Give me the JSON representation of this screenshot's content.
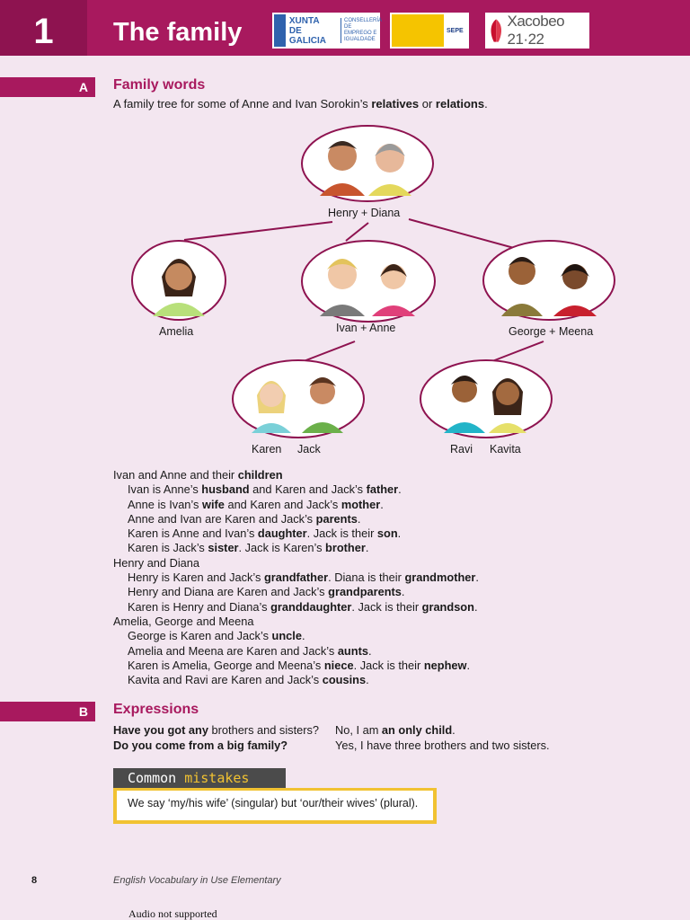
{
  "header": {
    "unit_number": "1",
    "unit_title": "The family",
    "logos": {
      "xunta_line1": "XUNTA",
      "xunta_line2": "DE GALICIA",
      "xunta_dept": "CONSELLERÍA DE EMPREGO E IGUALDADE",
      "gob_label": "SEPE",
      "xacobeo": "Xacobeo 21·22"
    }
  },
  "section_a": {
    "tab": "A",
    "title": "Family words",
    "intro_pre": "A family tree for some of Anne and Ivan Sorokin’s ",
    "intro_b1": "relatives",
    "intro_mid": " or ",
    "intro_b2": "relations",
    "intro_end": "."
  },
  "tree": {
    "grandparents": "Henry + Diana",
    "aunt": "Amelia",
    "parents": "Ivan + Anne",
    "uncle_pair": "George + Meena",
    "child1": "Karen",
    "child2": "Jack",
    "cousin1": "Ravi",
    "cousin2": "Kavita"
  },
  "relations": [
    {
      "indent": false,
      "parts": [
        [
          "Ivan and Anne and their ",
          false
        ],
        [
          "children",
          true
        ]
      ]
    },
    {
      "indent": true,
      "parts": [
        [
          "Ivan is Anne’s ",
          false
        ],
        [
          "husband",
          true
        ],
        [
          " and Karen and Jack’s ",
          false
        ],
        [
          "father",
          true
        ],
        [
          ".",
          false
        ]
      ]
    },
    {
      "indent": true,
      "parts": [
        [
          "Anne is Ivan’s ",
          false
        ],
        [
          "wife",
          true
        ],
        [
          " and Karen and Jack’s ",
          false
        ],
        [
          "mother",
          true
        ],
        [
          ".",
          false
        ]
      ]
    },
    {
      "indent": true,
      "parts": [
        [
          "Anne and Ivan are Karen and Jack’s ",
          false
        ],
        [
          "parents",
          true
        ],
        [
          ".",
          false
        ]
      ]
    },
    {
      "indent": true,
      "parts": [
        [
          "Karen is Anne and Ivan’s ",
          false
        ],
        [
          "daughter",
          true
        ],
        [
          ". Jack is their ",
          false
        ],
        [
          "son",
          true
        ],
        [
          ".",
          false
        ]
      ]
    },
    {
      "indent": true,
      "parts": [
        [
          "Karen is Jack’s ",
          false
        ],
        [
          "sister",
          true
        ],
        [
          ". Jack is Karen’s ",
          false
        ],
        [
          "brother",
          true
        ],
        [
          ".",
          false
        ]
      ]
    },
    {
      "indent": false,
      "parts": [
        [
          "Henry and Diana",
          false
        ]
      ]
    },
    {
      "indent": true,
      "parts": [
        [
          "Henry is Karen and Jack’s ",
          false
        ],
        [
          "grandfather",
          true
        ],
        [
          ". Diana is their ",
          false
        ],
        [
          "grandmother",
          true
        ],
        [
          ".",
          false
        ]
      ]
    },
    {
      "indent": true,
      "parts": [
        [
          "Henry and Diana are Karen and Jack’s ",
          false
        ],
        [
          "grandparents",
          true
        ],
        [
          ".",
          false
        ]
      ]
    },
    {
      "indent": true,
      "parts": [
        [
          "Karen is Henry and Diana’s ",
          false
        ],
        [
          "granddaughter",
          true
        ],
        [
          ". Jack is their ",
          false
        ],
        [
          "grandson",
          true
        ],
        [
          ".",
          false
        ]
      ]
    },
    {
      "indent": false,
      "parts": [
        [
          "Amelia, George and Meena",
          false
        ]
      ]
    },
    {
      "indent": true,
      "parts": [
        [
          "George is Karen and Jack’s ",
          false
        ],
        [
          "uncle",
          true
        ],
        [
          ".",
          false
        ]
      ]
    },
    {
      "indent": true,
      "parts": [
        [
          "Amelia and Meena are Karen and Jack’s ",
          false
        ],
        [
          "aunts",
          true
        ],
        [
          ".",
          false
        ]
      ]
    },
    {
      "indent": true,
      "parts": [
        [
          "Karen is Amelia, George and Meena’s ",
          false
        ],
        [
          "niece",
          true
        ],
        [
          ". Jack is their ",
          false
        ],
        [
          "nephew",
          true
        ],
        [
          ".",
          false
        ]
      ]
    },
    {
      "indent": true,
      "parts": [
        [
          "Kavita and Ravi are Karen and Jack’s ",
          false
        ],
        [
          "cousins",
          true
        ],
        [
          ".",
          false
        ]
      ]
    }
  ],
  "section_b": {
    "tab": "B",
    "title": "Expressions",
    "q1_b1": "Have you got any",
    "q1_rest": " brothers and sisters?",
    "q2_b": "Do you come from a big family?",
    "a1_pre": "No, I am ",
    "a1_b": "an only child",
    "a1_end": ".",
    "a2": "Yes, I have three brothers and two sisters."
  },
  "common_mistakes": {
    "word1": "Common",
    "word2": "mistakes",
    "text": "We say ‘my/his wife’ (singular) but ‘our/their wives’ (plural)."
  },
  "footer": {
    "page": "8",
    "book": "English Vocabulary in Use Elementary",
    "audio": "Audio not supported"
  },
  "colors": {
    "brand": "#a8195e",
    "background": "#f3e6f0",
    "highlight": "#f1c232"
  }
}
